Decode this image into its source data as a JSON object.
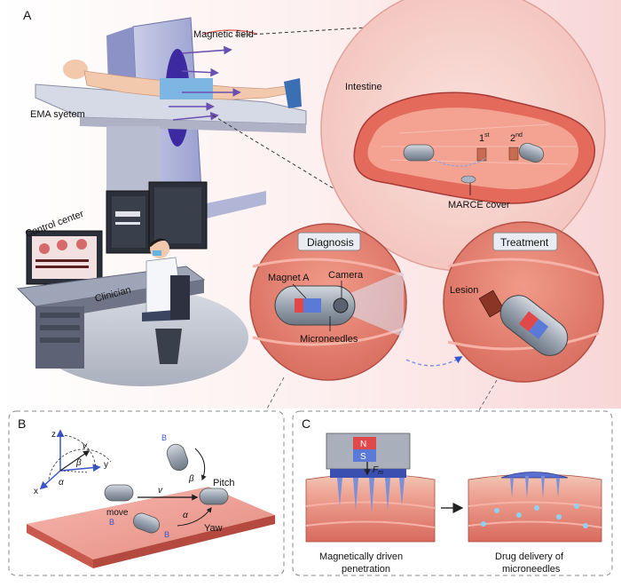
{
  "panels": {
    "a": "A",
    "b": "B",
    "c": "C"
  },
  "panel_a": {
    "magnetic_field": "Magnetic field",
    "ema_system": "EMA syetem",
    "intestine": "Intestine",
    "first": "1",
    "first_sup": "st",
    "second": "2",
    "second_sup": "nd",
    "marce_cover": "MARCE cover",
    "control_center": "Control center",
    "clinician": "Clinician",
    "diagnosis": "Diagnosis",
    "treatment": "Treatment",
    "magnet_a": "Magnet A",
    "camera": "Camera",
    "microneedles": "Microneedles",
    "lesion": "Lesion"
  },
  "panel_b": {
    "axis_z": "z",
    "axis_y": "y",
    "axis_x": "x",
    "v": "v",
    "beta": "β",
    "alpha": "α",
    "b_field": "B",
    "move": "move",
    "pitch": "Pitch",
    "yaw": "Yaw"
  },
  "panel_c": {
    "n_pole": "N",
    "s_pole": "S",
    "force": "F",
    "force_sub": "m",
    "caption_left_1": "Magnetically driven",
    "caption_left_2": "penetration",
    "caption_right_1": "Drug delivery of",
    "caption_right_2": "microneedles"
  },
  "colors": {
    "background_tint": "#fbe3e3",
    "tissue": "#e98a7c",
    "tissue_dark": "#c9594c",
    "capsule": "#9aa3b0",
    "field_arrow": "#6a4fb0",
    "north": "#e0484a",
    "south": "#5b7ad8"
  }
}
